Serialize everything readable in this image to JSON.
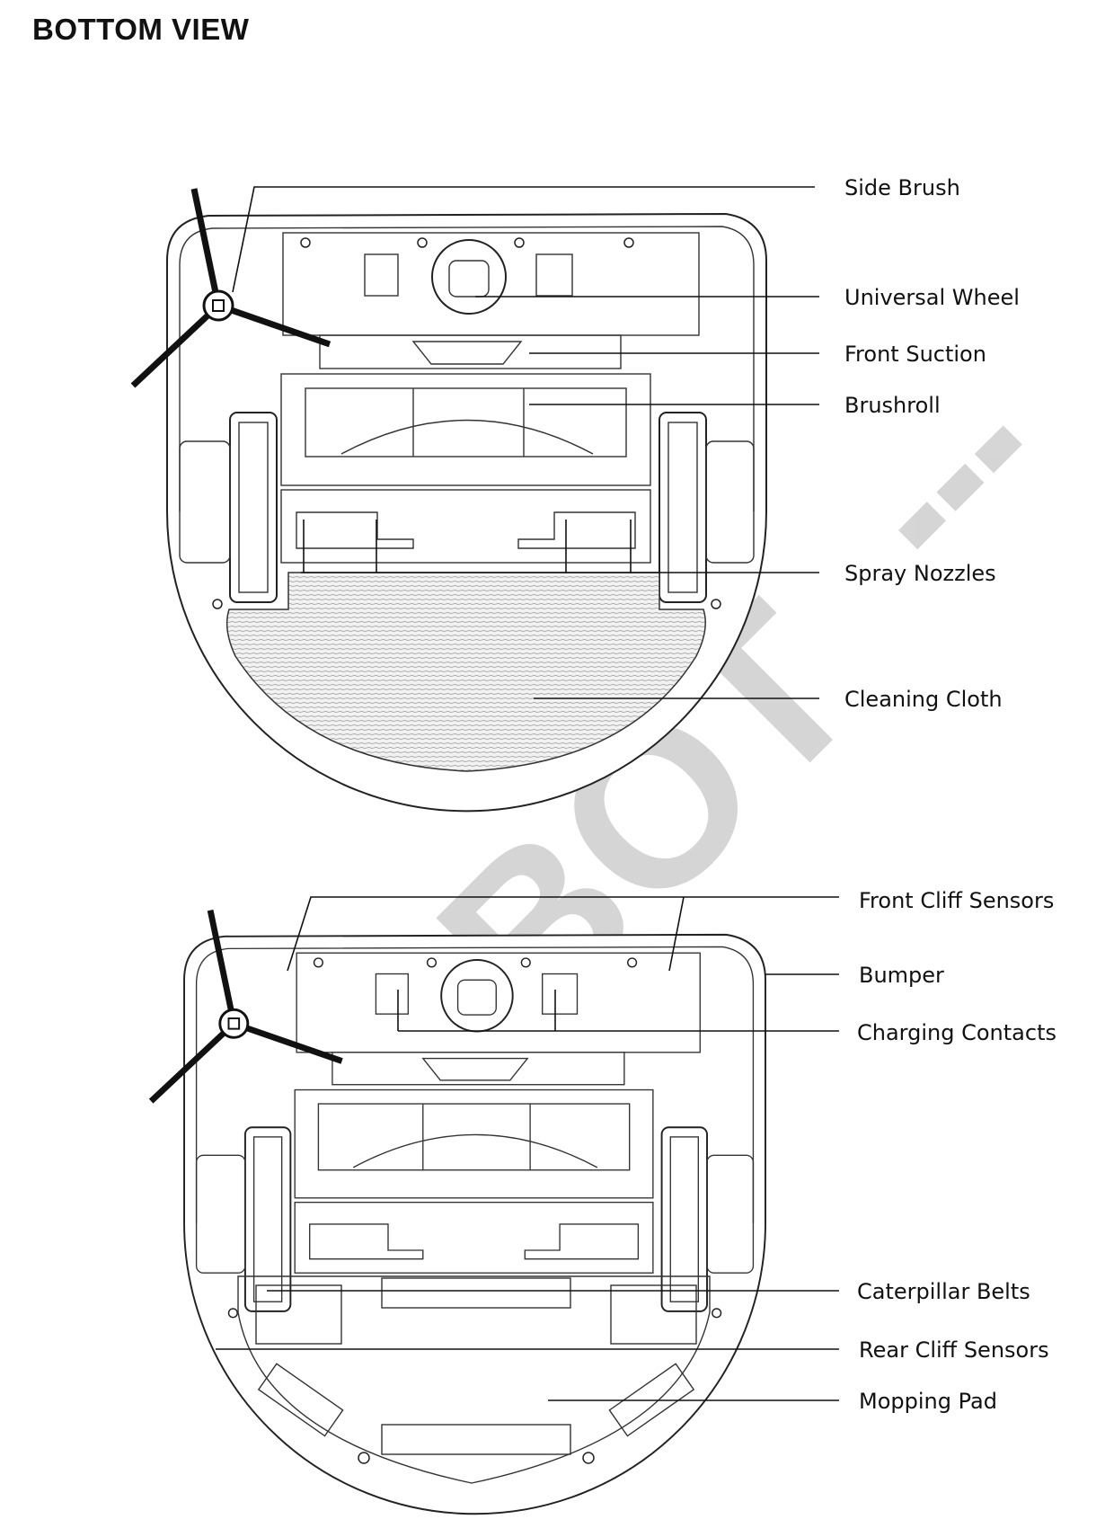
{
  "title": "BOTTOM VIEW",
  "watermark": "HOBOT",
  "top_view_labels": {
    "side_brush": "Side Brush",
    "universal_wheel": "Universal Wheel",
    "front_suction": "Front Suction",
    "brushroll": "Brushroll",
    "spray_nozzles": "Spray Nozzles",
    "cleaning_cloth": "Cleaning Cloth"
  },
  "bottom_view_labels": {
    "front_cliff_sensors": "Front Cliff Sensors",
    "bumper": "Bumper",
    "charging_contacts": "Charging Contacts",
    "caterpillar_belts": "Caterpillar Belts",
    "rear_cliff_sensors": "Rear Cliff Sensors",
    "mopping_pad": "Mopping Pad"
  }
}
